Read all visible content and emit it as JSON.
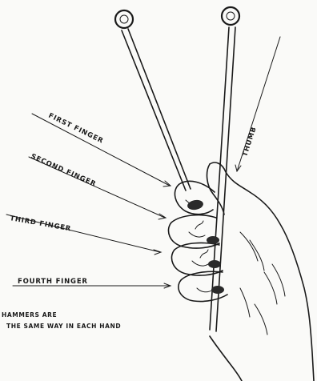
{
  "labels": {
    "first_finger": "FIRST FINGER",
    "second_finger": "SECOND FINGER",
    "third_finger": "THIRD FINGER",
    "fourth_finger": "FOURTH FINGER",
    "thumb": "THUMB"
  },
  "caption": {
    "line1": "HAMMERS ARE",
    "line2": "THE SAME WAY IN EACH HAND"
  },
  "colors": {
    "ink": "#1a1a1a",
    "paper": "#fafaf8"
  }
}
